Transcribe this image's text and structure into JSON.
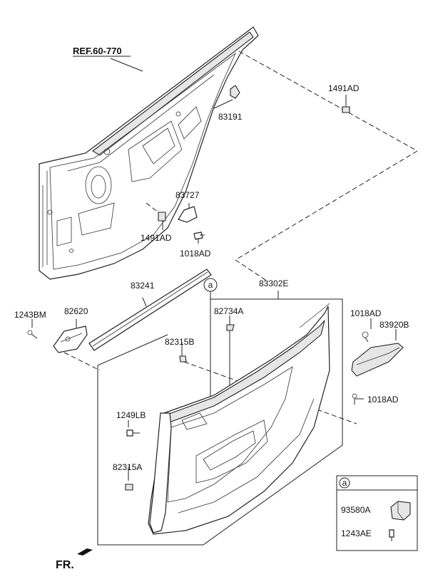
{
  "diagram": {
    "ref_label": "REF.60-770",
    "front_label": "FR.",
    "parts": {
      "p1491ad_top": "1491AD",
      "p83191": "83191",
      "p83727": "83727",
      "p1491ad_mid": "1491AD",
      "p1018ad_mid": "1018AD",
      "p83241": "83241",
      "p83302e": "83302E",
      "p1243bm": "1243BM",
      "p82620": "82620",
      "p82734a": "82734A",
      "p1018ad_right": "1018AD",
      "p83920b": "83920B",
      "p82315b": "82315B",
      "p1018ad_low": "1018AD",
      "p1249lb": "1249LB",
      "p82315a": "82315A"
    },
    "callout_marker": "a",
    "inset": {
      "marker": "a",
      "p93580a": "93580A",
      "p1243ae": "1243AE"
    }
  }
}
